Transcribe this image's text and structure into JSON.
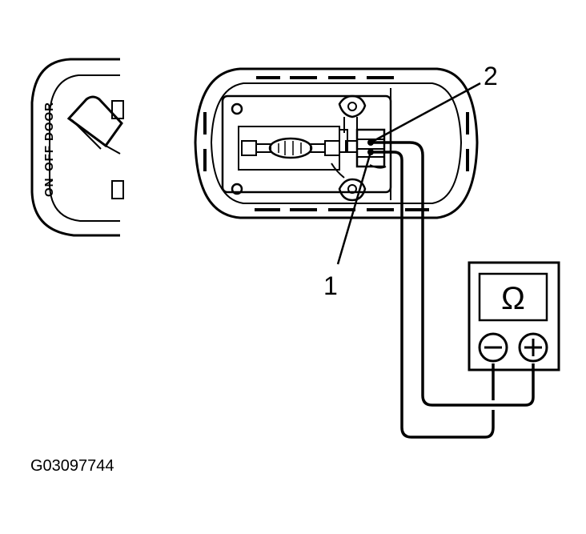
{
  "switch": {
    "labels": [
      "ON",
      "OFF",
      "DOOR"
    ]
  },
  "callouts": [
    {
      "number": "1",
      "target": "terminal 1"
    },
    {
      "number": "2",
      "target": "terminal 2"
    }
  ],
  "meter": {
    "symbol": "Ω",
    "negative_terminal": "−",
    "positive_terminal": "+"
  },
  "figure_id": "G03097744"
}
